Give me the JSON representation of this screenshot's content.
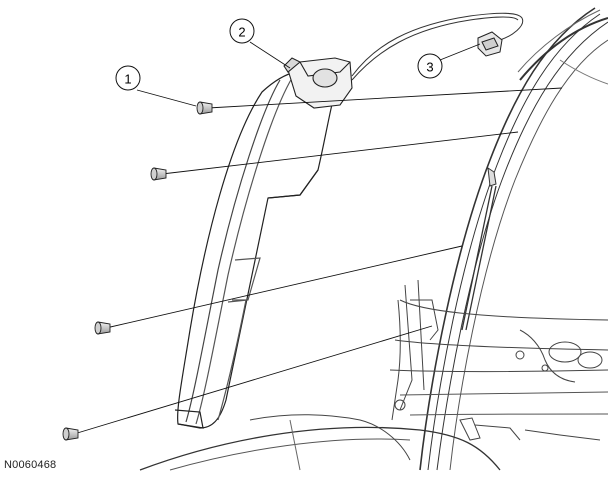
{
  "figure": {
    "callouts": [
      {
        "label": "1"
      },
      {
        "label": "2"
      },
      {
        "label": "3"
      }
    ],
    "id": "N0060468"
  }
}
